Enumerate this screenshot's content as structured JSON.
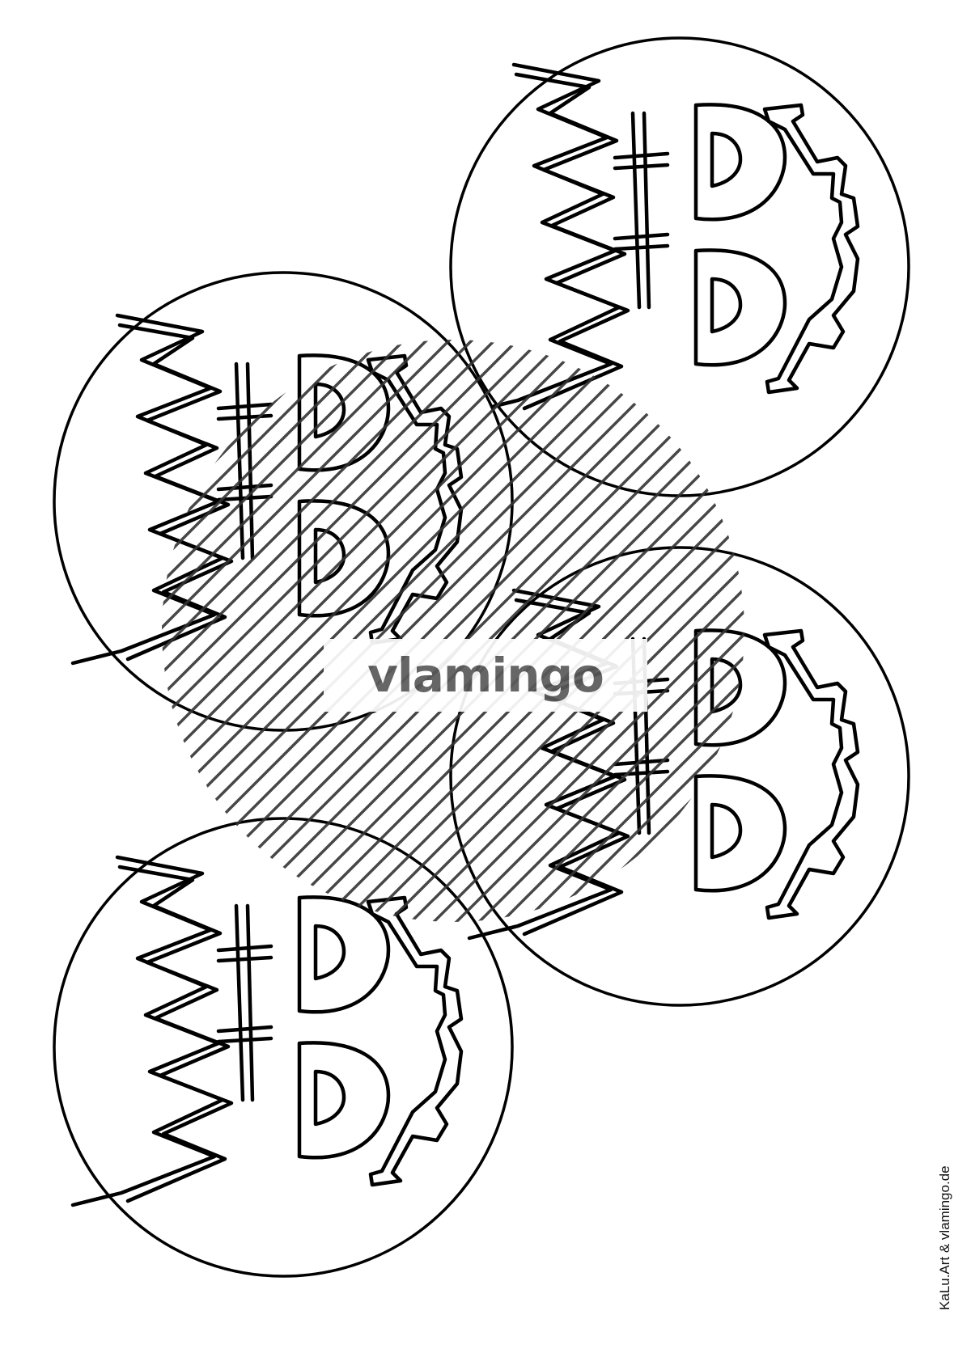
{
  "brand": {
    "watermark": "vlamingo"
  },
  "credit": {
    "text": "KaLu.Art & vlamingo.de"
  },
  "artwork": {
    "subject": "four circular party-hat cut-outs with zigzag fringe and crown motifs",
    "circles": [
      {
        "id": "top-right",
        "label": ""
      },
      {
        "id": "middle-left",
        "label": ""
      },
      {
        "id": "middle-right",
        "label": ""
      },
      {
        "id": "bottom-left",
        "label": ""
      }
    ]
  },
  "colors": {
    "ink": "#000000",
    "paper": "#ffffff",
    "watermark": "#5a5a5a"
  }
}
